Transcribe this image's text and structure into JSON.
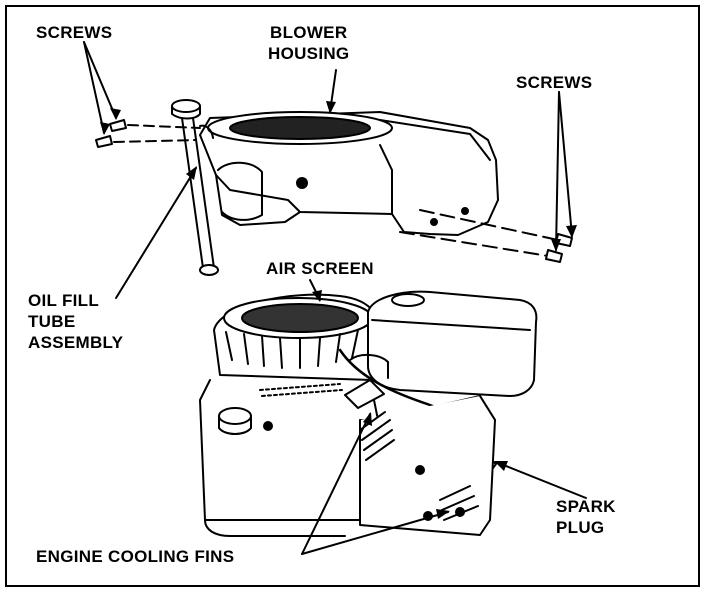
{
  "labels": {
    "screws_left": "SCREWS",
    "blower_housing": "BLOWER\nHOUSING",
    "screws_right": "SCREWS",
    "air_screen": "AIR SCREEN",
    "oil_fill_tube": "OIL FILL\nTUBE\nASSEMBLY",
    "spark_plug": "SPARK\nPLUG",
    "cooling_fins": "ENGINE COOLING FINS"
  },
  "colors": {
    "ink": "#000000",
    "paper": "#ffffff"
  }
}
